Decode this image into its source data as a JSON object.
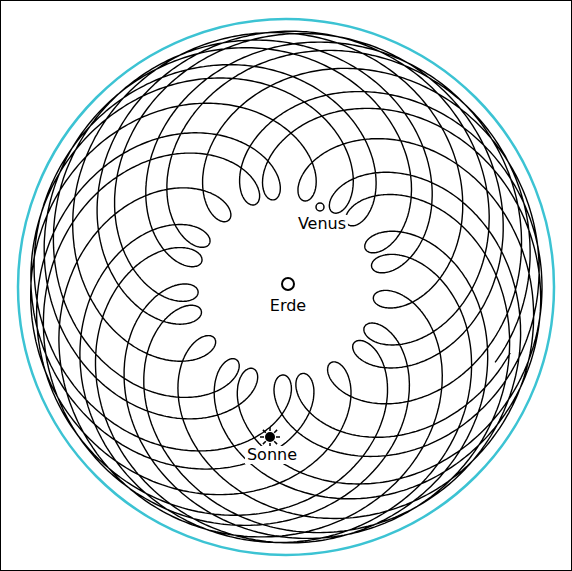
{
  "diagram": {
    "labels": [
      "Venus",
      "Erde",
      "Sonne"
    ]
  }
}
